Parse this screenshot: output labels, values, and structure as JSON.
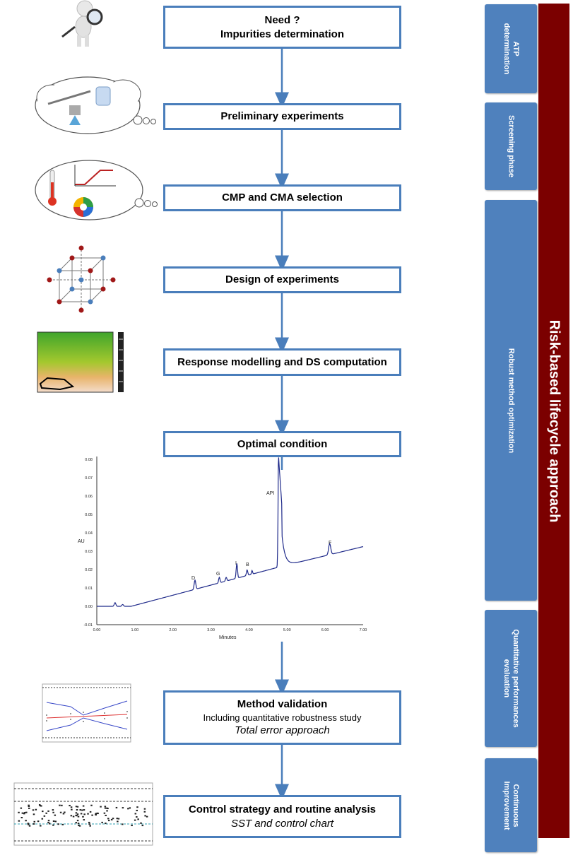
{
  "steps": [
    {
      "title": "Need ?",
      "subtitle": "Impurities determination"
    },
    {
      "title": "Preliminary experiments"
    },
    {
      "title": "CMP and CMA selection"
    },
    {
      "title": "Design of experiments"
    },
    {
      "title": "Response modelling and DS computation"
    },
    {
      "title": "Optimal condition"
    },
    {
      "title": "Method validation",
      "line2": "Including quantitative robustness study",
      "line3": "Total error approach"
    },
    {
      "title": "Control strategy and routine analysis",
      "line2": "SST and control chart"
    }
  ],
  "phases": [
    {
      "label1": "ATP",
      "label2": "determination"
    },
    {
      "label1": "Screening phase"
    },
    {
      "label1": "Robust method optimization"
    },
    {
      "label1": "Quantitative performances",
      "label2": "evaluation"
    },
    {
      "label1": "Continuous",
      "label2": "Improvement"
    }
  ],
  "lifecycle_label": "Risk-based lifecycle approach",
  "colors": {
    "box_border": "#4a7ebb",
    "arrow": "#4a7ebb",
    "phase_fill": "#4f81bd",
    "lifecycle_fill": "#7b0000",
    "trace": "#1f2a8a"
  },
  "chromatogram": {
    "ylabel": "AU",
    "xlabel": "Minutes",
    "y_ticks": [
      "0.08",
      "0.07",
      "0.06",
      "0.05",
      "0.04",
      "0.03",
      "0.02",
      "0.01",
      "0.00",
      "-0.01"
    ],
    "x_ticks": [
      "0.00",
      "1.00",
      "2.00",
      "3.00",
      "4.00",
      "5.00",
      "6.00",
      "7.00"
    ],
    "peak_labels": [
      "API",
      "D",
      "G",
      "I",
      "B",
      "F"
    ]
  }
}
